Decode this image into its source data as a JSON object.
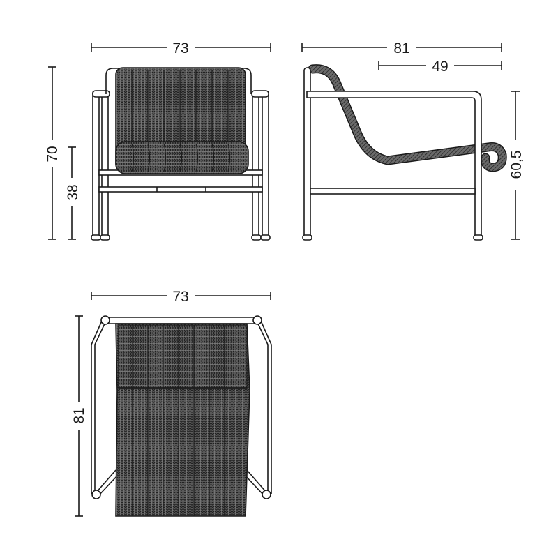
{
  "drawing": {
    "subject": "Lounge armchair with woven seat",
    "line_color": "#1a1a1a",
    "weave_color": "#4a4a4a",
    "weave_dark": "#2a2a2a",
    "background": "#ffffff"
  },
  "dimensions": {
    "front_width": "73",
    "side_depth": "81",
    "side_seat_depth": "49",
    "total_height": "70",
    "seat_height": "38",
    "arm_height": "60,5",
    "top_width": "73",
    "top_depth": "81"
  },
  "views": {
    "front": "front-view",
    "side": "side-view",
    "top": "top-view"
  }
}
